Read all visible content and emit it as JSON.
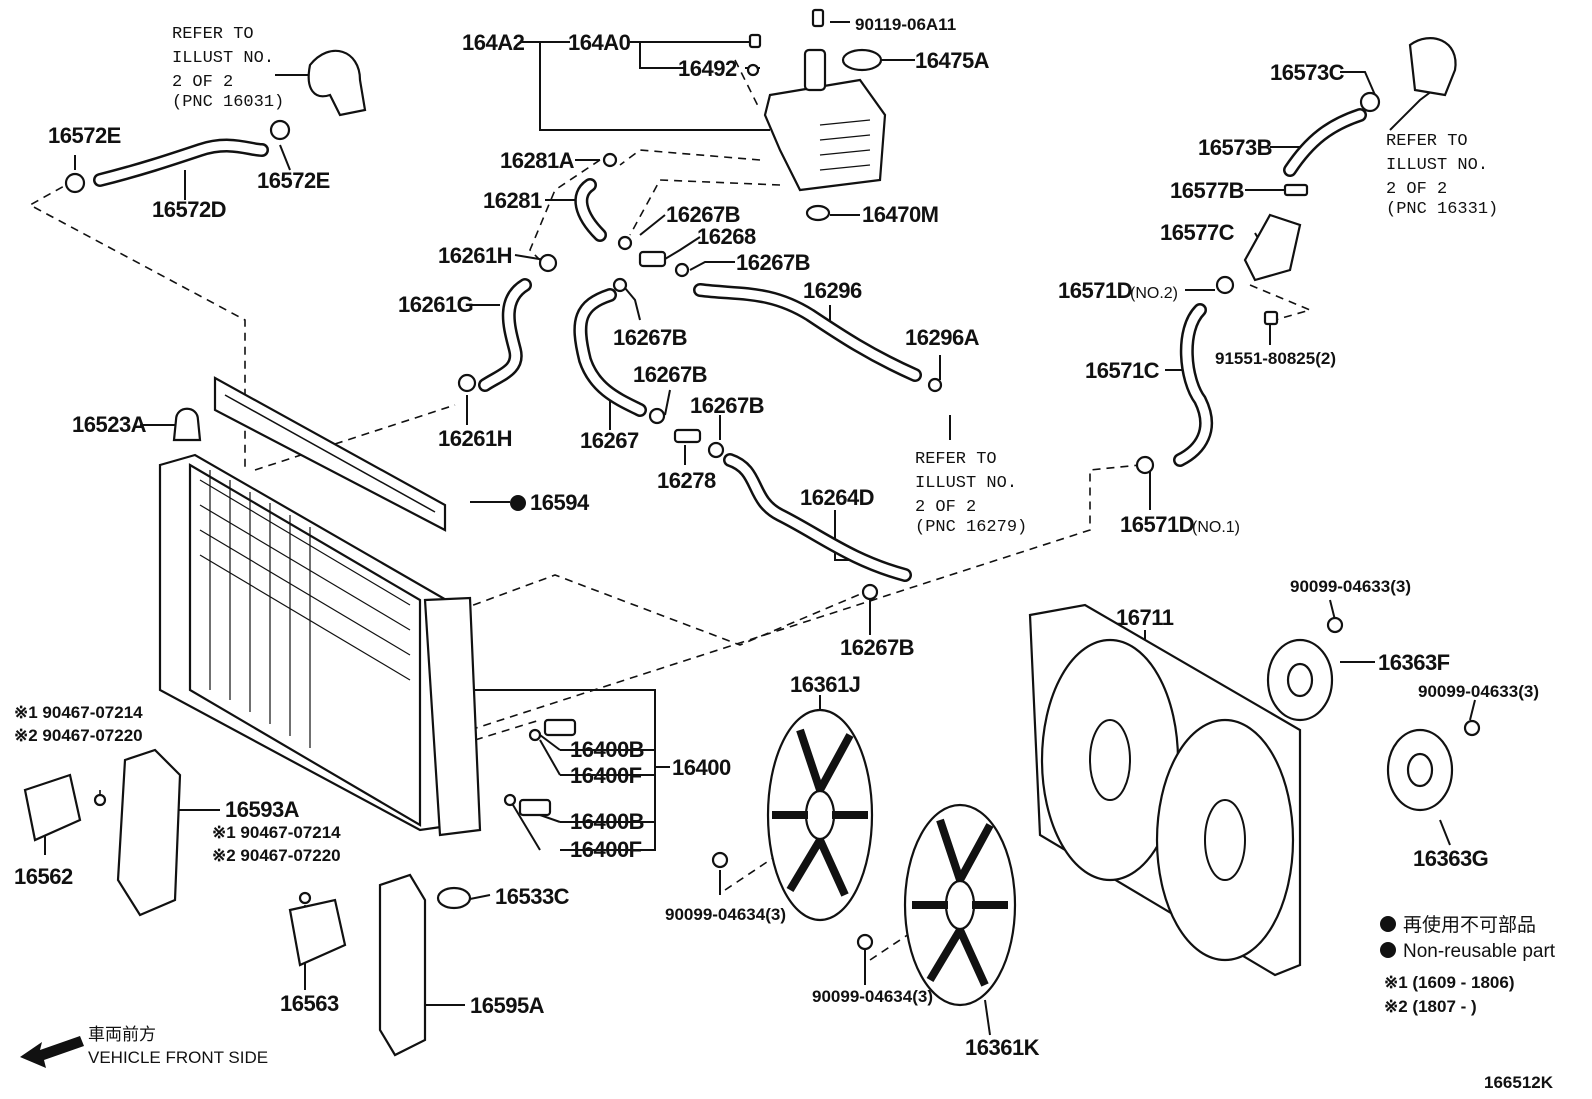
{
  "labels": {
    "p164A2": "164A2",
    "p164A0": "164A0",
    "p16492": "16492",
    "p90119": "90119-06A11",
    "p16475A": "16475A",
    "p16281A": "16281A",
    "p16281": "16281",
    "p16267B_a": "16267B",
    "p16268": "16268",
    "p16261H_top": "16261H",
    "p16267B_b": "16267B",
    "p16470M": "16470M",
    "p16261G": "16261G",
    "p16296": "16296",
    "p16267B_c": "16267B",
    "p16296A": "16296A",
    "p16267B_d": "16267B",
    "p16267B_e": "16267B",
    "p16523A": "16523A",
    "p16261H_bot": "16261H",
    "p16267": "16267",
    "p16278": "16278",
    "p16594": "16594",
    "p16264D": "16264D",
    "p16267B_f": "16267B",
    "p16572E_left": "16572E",
    "p16572E_right": "16572E",
    "p16572D": "16572D",
    "p16573C": "16573C",
    "p16573B": "16573B",
    "p16577B": "16577B",
    "p16577C": "16577C",
    "p16571D_no2": "16571D",
    "no2": "(NO.2)",
    "p91551": "91551-80825(2)",
    "p16571C": "16571C",
    "p16571D_no1": "16571D",
    "no1": "(NO.1)",
    "p90099_a": "90099-04633(3)",
    "p16711": "16711",
    "p16363F": "16363F",
    "p90099_b": "90099-04633(3)",
    "p16363G": "16363G",
    "p16361J": "16361J",
    "p16361K": "16361K",
    "p90099_c": "90099-04634(3)",
    "p90099_d": "90099-04634(3)",
    "p16400B_a": "16400B",
    "p16400F_a": "16400F",
    "p16400": "16400",
    "p16400B_b": "16400B",
    "p16400F_b": "16400F",
    "p16593A": "16593A",
    "p16562": "16562",
    "p16563": "16563",
    "p16533C": "16533C",
    "p16595A": "16595A",
    "v1a": "※1 90467-07214",
    "v2a": "※2 90467-07220",
    "v1b": "※1 90467-07214",
    "v2b": "※2 90467-07220",
    "diagram_id": "166512K"
  },
  "refs": {
    "left": [
      "REFER TO",
      "ILLUST NO.",
      "2 OF 2",
      "(PNC 16031)"
    ],
    "right": [
      "REFER TO",
      "ILLUST NO.",
      "2 OF 2",
      "(PNC 16331)"
    ],
    "mid": [
      "REFER TO",
      "ILLUST NO.",
      "2 OF 2",
      "(PNC 16279)"
    ]
  },
  "legend": {
    "non_reusable_jp": "再使用不可部品",
    "non_reusable_en": "Non-reusable part",
    "range1": "※1 (1609 - 1806)",
    "range2": "※2 (1807 -        )"
  },
  "front_side": {
    "jp": "車両前方",
    "en": "VEHICLE FRONT SIDE"
  }
}
